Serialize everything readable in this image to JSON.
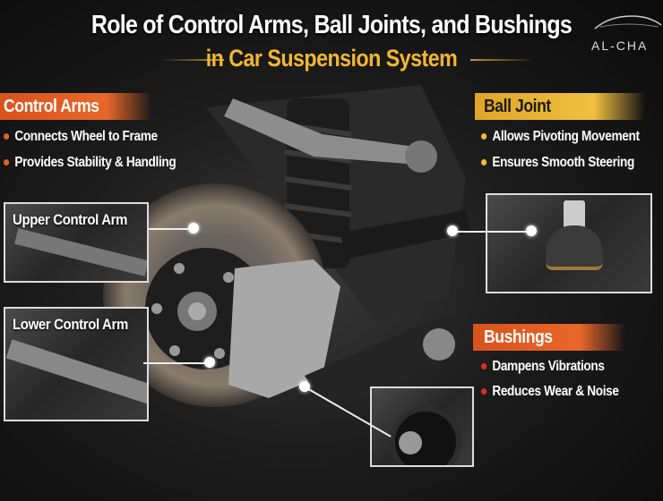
{
  "header": {
    "title": "Role of Control Arms, Ball Joints, and Bushings",
    "subtitle": "in Car Suspension System",
    "logo_text": "AL-CHA"
  },
  "colors": {
    "orange": "#e35f24",
    "gold": "#f0b83a",
    "background": "#1a1a1a"
  },
  "control_arms": {
    "heading": "Control Arms",
    "bullets": [
      "Connects Wheel to Frame",
      "Provides Stability & Handling"
    ]
  },
  "ball_joint": {
    "heading": "Ball Joint",
    "bullets": [
      "Allows Pivoting Movement",
      "Ensures Smooth Steering"
    ]
  },
  "bushings": {
    "heading": "Bushings",
    "bullets": [
      "Dampens Vibrations",
      "Reduces Wear & Noise"
    ]
  },
  "insets": {
    "upper": "Upper Control Arm",
    "lower": "Lower Control Arm"
  }
}
